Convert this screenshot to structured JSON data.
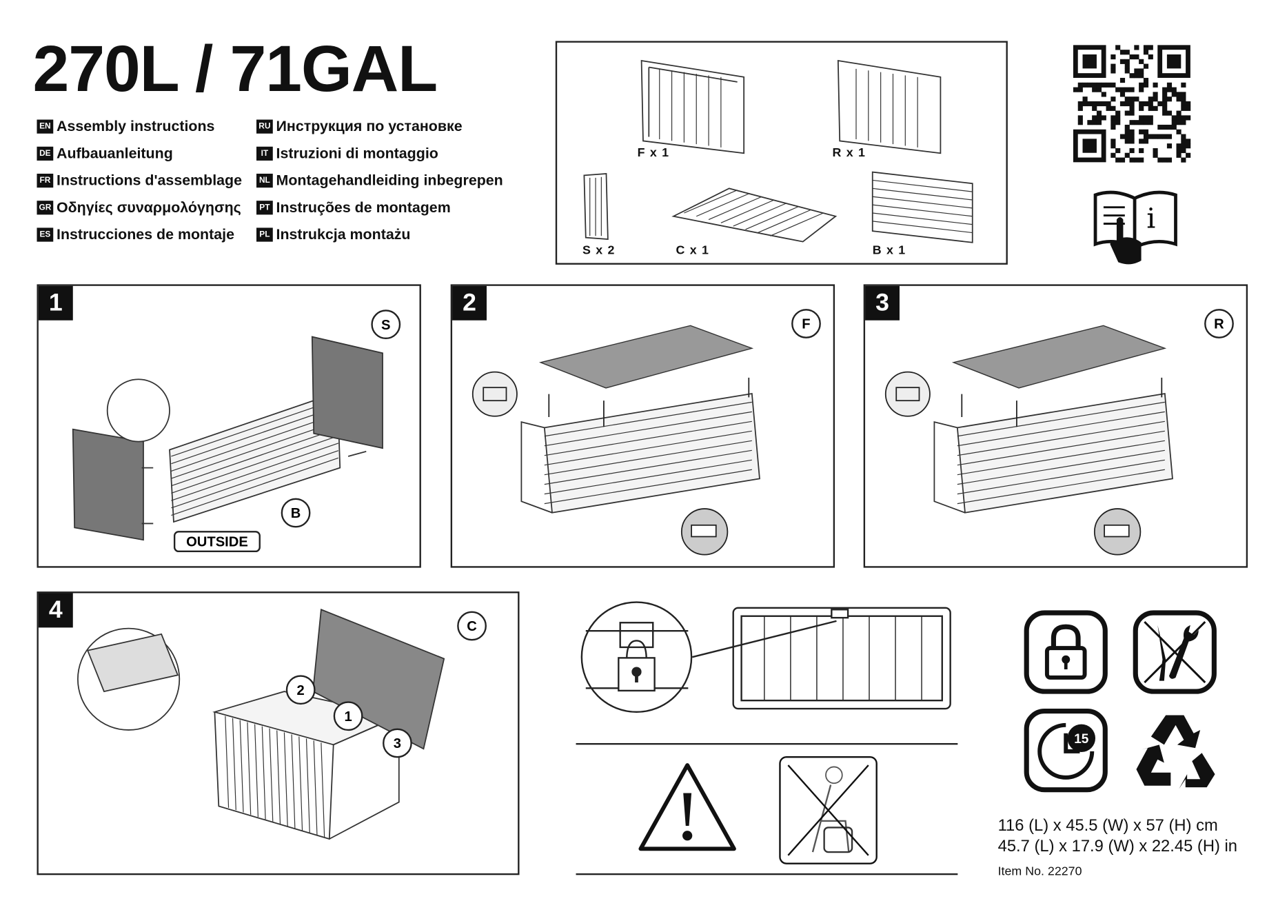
{
  "title": "270L / 71GAL",
  "languages": [
    {
      "code": "EN",
      "text": "Assembly instructions"
    },
    {
      "code": "DE",
      "text": "Aufbauanleitung"
    },
    {
      "code": "FR",
      "text": "Instructions d'assemblage"
    },
    {
      "code": "GR",
      "text": "Οδηγίες συναρμολόγησης"
    },
    {
      "code": "ES",
      "text": "Instrucciones de montaje"
    },
    {
      "code": "RU",
      "text": "Инструкция по установке"
    },
    {
      "code": "IT",
      "text": "Istruzioni di montaggio"
    },
    {
      "code": "NL",
      "text": "Montagehandleiding inbegrepen"
    },
    {
      "code": "PT",
      "text": "Instruções de montagem"
    },
    {
      "code": "PL",
      "text": "Instrukcja montażu"
    }
  ],
  "parts": [
    {
      "label": "F x 1"
    },
    {
      "label": "R x 1"
    },
    {
      "label": "S x 2"
    },
    {
      "label": "C x 1"
    },
    {
      "label": "B x 1"
    }
  ],
  "steps": [
    {
      "num": "1",
      "callouts": [
        "S",
        "B"
      ],
      "note": "OUTSIDE"
    },
    {
      "num": "2",
      "callouts": [
        "F"
      ]
    },
    {
      "num": "3",
      "callouts": [
        "R"
      ]
    },
    {
      "num": "4",
      "callouts": [
        "C",
        "1",
        "2",
        "3"
      ]
    }
  ],
  "timer_minutes": "15",
  "dimensions": {
    "cm": "116 (L) x 45.5 (W) x 57 (H) cm",
    "in": "45.7 (L) x 17.9 (W) x 22.45 (H) in",
    "item": "Item No. 22270"
  }
}
